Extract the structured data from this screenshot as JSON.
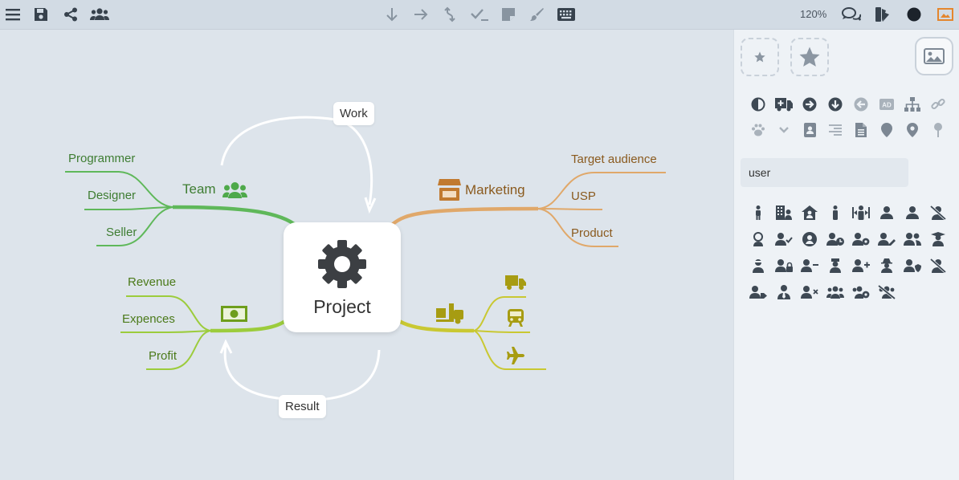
{
  "toolbar": {
    "zoom": "120%",
    "left_icons": [
      "menu-icon",
      "save-icon",
      "share-icon",
      "users-icon"
    ],
    "center_icons": [
      "arrow-down-icon",
      "arrow-right-icon",
      "arrow-curved-icon",
      "check-icon",
      "note-icon",
      "brush-icon",
      "keyboard-icon"
    ],
    "right_icons": [
      "comments-icon",
      "theme-icon",
      "circle-icon",
      "presentation-icon"
    ],
    "accent_color": "#e4862d"
  },
  "mindmap": {
    "central": {
      "title": "Project",
      "icon": "gear-icon"
    },
    "team": {
      "label": "Team",
      "icon": "users-icon",
      "color": "#5fb85a",
      "children": [
        "Programmer",
        "Designer",
        "Seller"
      ]
    },
    "marketing": {
      "label": "Marketing",
      "icon": "store-icon",
      "color": "#e0a86a",
      "children": [
        "Target audience",
        "USP",
        "Product"
      ]
    },
    "finance": {
      "icon": "money-icon",
      "color": "#9ccc3c",
      "children": [
        "Revenue",
        "Expences",
        "Profit"
      ]
    },
    "logistics": {
      "icon": "forklift-icon",
      "color": "#c9c832",
      "children_icons": [
        "truck-icon",
        "train-icon",
        "plane-icon"
      ]
    },
    "work": "Work",
    "result": "Result"
  },
  "panel": {
    "search_value": "user",
    "icon_row_1": [
      "contrast-icon",
      "ambulance-icon",
      "arrow-circle-right-icon",
      "arrow-circle-down-icon",
      "arrow-circle-left-icon",
      "ad-icon",
      "sitemap-icon",
      "link-icon"
    ],
    "icon_row_2": [
      "paw-icon",
      "chevron-down-icon",
      "address-book-icon",
      "align-right-icon",
      "file-icon",
      "map-marker-icon",
      "map-pin-outline-icon",
      "pin-icon"
    ],
    "user_icons": [
      [
        "male-icon",
        "user-building-icon",
        "user-house-icon",
        "standing-user-icon",
        "user-arrows-icon",
        "user-icon",
        "user-solid-icon",
        "user-slash-icon"
      ],
      [
        "user-badge-icon",
        "user-check-icon",
        "user-circle-icon",
        "user-clock-icon",
        "user-cog-icon",
        "user-edit-icon",
        "user-friends-icon",
        "user-graduate-icon"
      ],
      [
        "user-injured-icon",
        "user-lock-icon",
        "user-minus-icon",
        "user-nurse-icon",
        "user-plus-icon",
        "user-secret-icon",
        "user-shield-icon",
        "user-slash-alt-icon"
      ],
      [
        "user-tag-icon",
        "user-tie-icon",
        "user-times-icon",
        "users-icon",
        "users-cog-icon",
        "users-slash-icon"
      ]
    ]
  }
}
